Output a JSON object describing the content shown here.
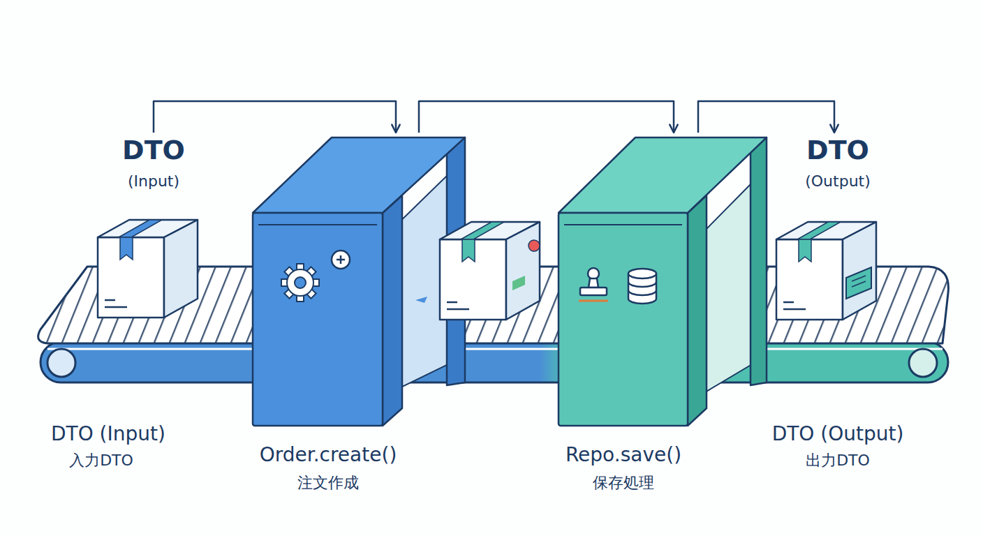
{
  "diagram": {
    "nodes": [
      {
        "text": [
          "DTO",
          "(Input)",
          "DTO (Input)",
          "入力DTO"
        ]
      },
      {
        "text": [
          "Order.create()",
          "注文作成"
        ]
      },
      {
        "text": [
          "Repo.save()",
          "保存処理"
        ]
      },
      {
        "text": [
          "DTO",
          "(Output)",
          "DTO (Output)",
          "出力DTO"
        ]
      }
    ],
    "edges": [
      {
        "from": 0,
        "to": 1,
        "arrow": "to"
      },
      {
        "from": 1,
        "to": 2,
        "arrow": "to"
      },
      {
        "from": 2,
        "to": 3,
        "arrow": "to"
      }
    ]
  }
}
